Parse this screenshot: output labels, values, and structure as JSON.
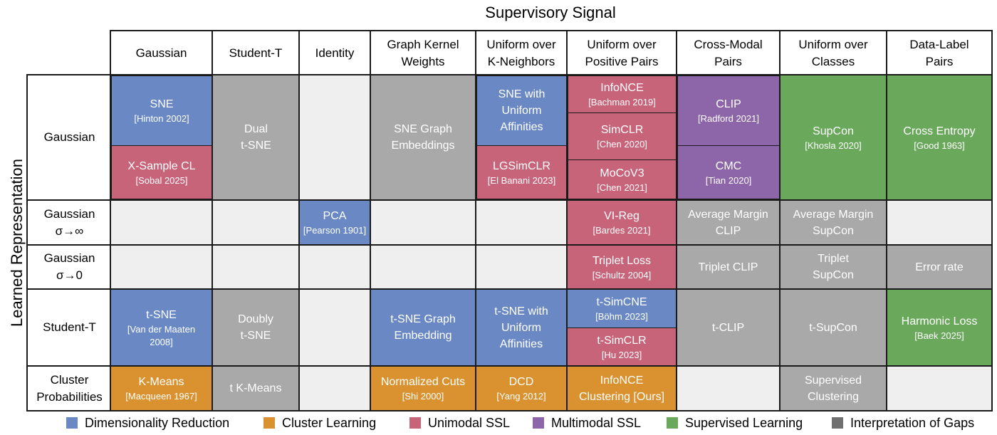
{
  "titles": {
    "top": "Supervisory Signal",
    "side": "Learned Representation"
  },
  "colors": {
    "dimensionality_reduction": "#6a89c4",
    "cluster_learning": "#d9922f",
    "unimodal_ssl": "#c7647a",
    "multimodal_ssl": "#8d66aa",
    "supervised_learning": "#6aa95c",
    "interpretation_of_gaps": "#a9a9a9",
    "legend_gaps_swatch": "#707070",
    "empty": "#efefef"
  },
  "columns": [
    "Gaussian",
    "Student-T",
    "Identity",
    "Graph Kernel\nWeights",
    "Uniform over\nK-Neighbors",
    "Uniform over\nPositive Pairs",
    "Cross-Modal\nPairs",
    "Uniform over\nClasses",
    "Data-Label\nPairs"
  ],
  "rows": [
    "Gaussian",
    "Gaussian\nσ→∞",
    "Gaussian\nσ→0",
    "Student-T",
    "Cluster\nProbabilities"
  ],
  "cells": {
    "sne": {
      "title": "SNE",
      "cite": "[Hinton 2002]"
    },
    "xsample": {
      "title": "X-Sample CL",
      "cite": "[Sobal 2025]"
    },
    "dual_tsne": {
      "title": "Dual\nt-SNE"
    },
    "sne_graph": {
      "title": "SNE Graph\nEmbeddings"
    },
    "sne_uniform": {
      "title": "SNE with\nUniform\nAffinities"
    },
    "lgsimclr": {
      "title": "LGSimCLR",
      "cite": "[El Banani 2023]"
    },
    "infonce": {
      "title": "InfoNCE",
      "cite": "[Bachman 2019]"
    },
    "simclr": {
      "title": "SimCLR",
      "cite": "[Chen 2020]"
    },
    "mocov3": {
      "title": "MoCoV3",
      "cite": "[Chen 2021]"
    },
    "clip": {
      "title": "CLIP",
      "cite": "[Radford 2021]"
    },
    "cmc": {
      "title": "CMC",
      "cite": "[Tian 2020]"
    },
    "supcon": {
      "title": "SupCon",
      "cite": "[Khosla 2020]"
    },
    "cross_entropy": {
      "title": "Cross Entropy",
      "cite": "[Good 1963]"
    },
    "pca": {
      "title": "PCA",
      "cite": "[Pearson 1901]"
    },
    "vireg": {
      "title": "VI-Reg",
      "cite": "[Bardes 2021]"
    },
    "avg_margin_clip": {
      "title": "Average Margin\nCLIP"
    },
    "avg_margin_supcon": {
      "title": "Average Margin\nSupCon"
    },
    "triplet_loss": {
      "title": "Triplet Loss",
      "cite": "[Schultz 2004]"
    },
    "triplet_clip": {
      "title": "Triplet CLIP"
    },
    "triplet_supcon": {
      "title": "Triplet\nSupCon"
    },
    "error_rate": {
      "title": "Error rate"
    },
    "tsne": {
      "title": "t-SNE",
      "cite": "[Van der Maaten\n2008]"
    },
    "doubly_tsne": {
      "title": "Doubly\nt-SNE"
    },
    "tsne_graph": {
      "title": "t-SNE Graph\nEmbedding"
    },
    "tsne_uniform": {
      "title": "t-SNE with\nUniform\nAffinities"
    },
    "tsimcne": {
      "title": "t-SimCNE",
      "cite": "[Böhm 2023]"
    },
    "tsimclr": {
      "title": "t-SimCLR",
      "cite": "[Hu 2023]"
    },
    "tclip": {
      "title": "t-CLIP"
    },
    "tsupcon": {
      "title": "t-SupCon"
    },
    "harmonic": {
      "title": "Harmonic Loss",
      "cite": "[Baek 2025]"
    },
    "kmeans": {
      "title": "K-Means",
      "cite": "[Macqueen 1967]"
    },
    "t_kmeans": {
      "title": "t K-Means"
    },
    "ncuts": {
      "title": "Normalized Cuts",
      "cite": "[Shi 2000]"
    },
    "dcd": {
      "title": "DCD",
      "cite": "[Yang 2012]"
    },
    "infonce_clustering": {
      "title": "InfoNCE",
      "cite": "Clustering [Ours]"
    },
    "supervised_clustering": {
      "title": "Supervised\nClustering"
    }
  },
  "legend": [
    {
      "label": "Dimensionality Reduction",
      "color": "#6a89c4"
    },
    {
      "label": "Cluster Learning",
      "color": "#d9922f"
    },
    {
      "label": "Unimodal SSL",
      "color": "#c7647a"
    },
    {
      "label": "Multimodal SSL",
      "color": "#8d66aa"
    },
    {
      "label": "Supervised Learning",
      "color": "#6aa95c"
    },
    {
      "label": "Interpretation of Gaps",
      "color": "#707070"
    }
  ]
}
